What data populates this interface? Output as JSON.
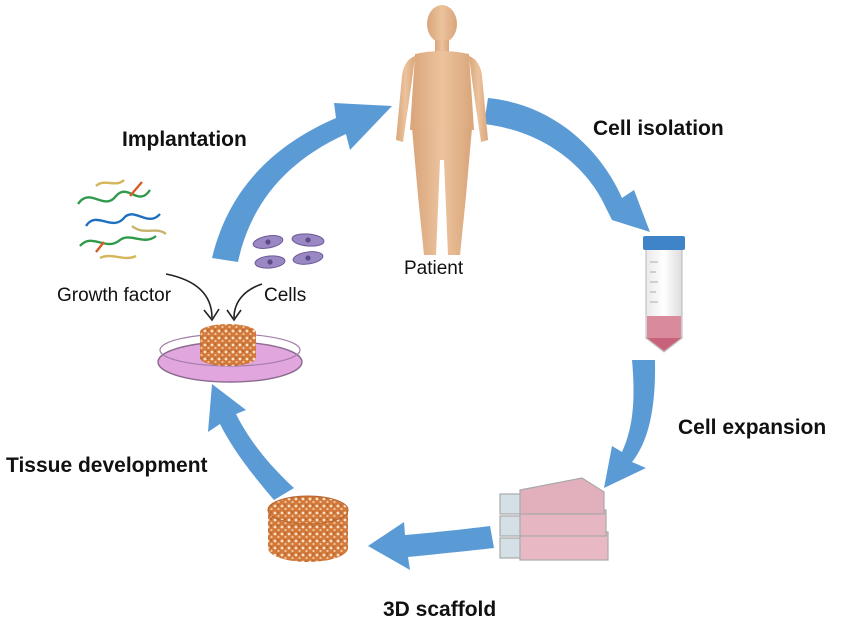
{
  "labels": {
    "implantation": "Implantation",
    "cell_isolation": "Cell isolation",
    "patient": "Patient",
    "growth_factor": "Growth factor",
    "cells": "Cells",
    "cell_expansion": "Cell expansion",
    "tissue_development": "Tissue development",
    "scaffold_3d": "3D scaffold"
  },
  "colors": {
    "arrow": "#5b9bd5",
    "skin": "#e2b48a",
    "dish_medium": "#e2a6df",
    "scaffold": "#d0793e",
    "cell": "#9a88c4",
    "tube_cap": "#3f84c9",
    "culture_medium": "#d98a9c"
  }
}
